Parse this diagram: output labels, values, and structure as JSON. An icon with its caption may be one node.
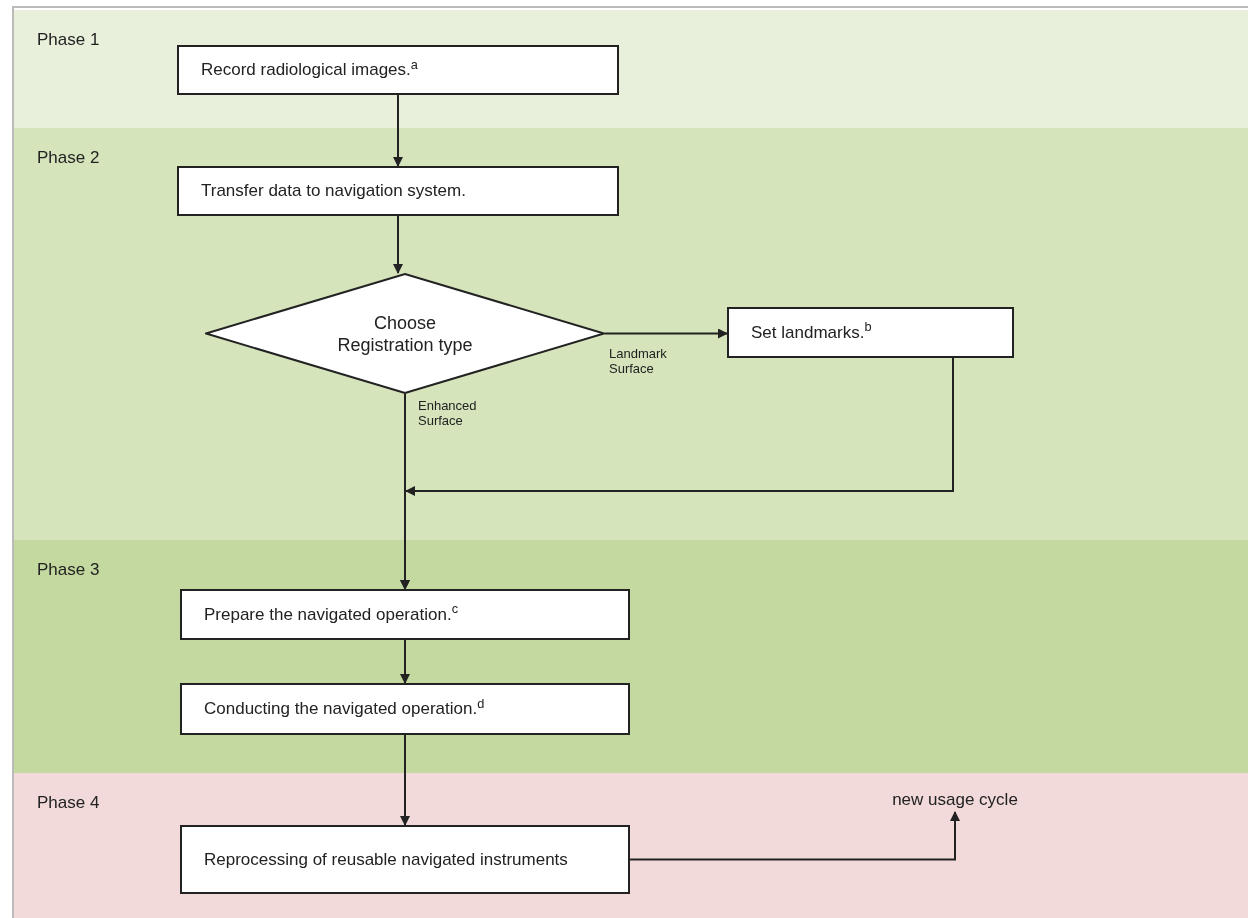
{
  "diagram": {
    "nodes": [
      {
        "text": [
          "Phase 1"
        ]
      },
      {
        "text": [
          "Record radiological images.$^{a}$"
        ],
        "in": 0
      },
      {
        "text": [
          "Phase 2"
        ]
      },
      {
        "text": [
          "Transfer data to navigation system."
        ],
        "in": 2
      },
      {
        "text": [
          "Choose Registration type"
        ],
        "in": 2
      },
      {
        "text": [
          "Set landmarks.$^{b}$"
        ],
        "in": 2
      },
      {
        "text": [
          "Phase 3"
        ]
      },
      {
        "text": [
          "Prepare the navigated operation.$^{c}$"
        ],
        "in": 6
      },
      {
        "text": [
          "Conducting the navigated operation.$^{d}$"
        ],
        "in": 6
      },
      {
        "text": [
          "Phase 4"
        ]
      },
      {
        "text": [
          "Reprocessing of reusable navigated instruments"
        ],
        "in": 9
      },
      {
        "text": [
          "new usage cycle"
        ],
        "in": 9
      }
    ],
    "edges": [
      {
        "from": 1,
        "to": 3,
        "arrow": "to"
      },
      {
        "from": 3,
        "to": 4,
        "arrow": "to"
      },
      {
        "from": 4,
        "to": 5,
        "arrow": "to",
        "label": "Landmark Surface"
      },
      {
        "from": 4,
        "to": 7,
        "arrow": "to",
        "label": "Enhanced Surface"
      },
      {
        "from": 5,
        "to": 7,
        "arrow": "to"
      },
      {
        "from": 7,
        "to": 8,
        "arrow": "to"
      },
      {
        "from": 8,
        "to": 10,
        "arrow": "to"
      },
      {
        "from": 10,
        "to": 11,
        "arrow": "to"
      }
    ]
  }
}
